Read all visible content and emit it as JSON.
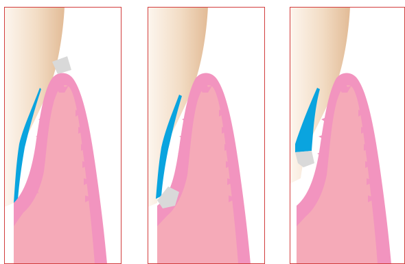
{
  "figure": {
    "panels": [
      {
        "id": "panel-1",
        "stage": 1,
        "calculus_position": "above-gum"
      },
      {
        "id": "panel-2",
        "stage": 2,
        "calculus_position": "deep-pocket"
      },
      {
        "id": "panel-3",
        "stage": 3,
        "calculus_position": "removed-area"
      }
    ],
    "colors": {
      "tooth_dark": "#e8c6a2",
      "tooth_light": "#fdf6ef",
      "gum_outer": "#f294bf",
      "gum_inner": "#f5aab8",
      "plaque": "#0aa4df",
      "calculus": "#d9d9d9",
      "border": "#d23c3c"
    }
  }
}
